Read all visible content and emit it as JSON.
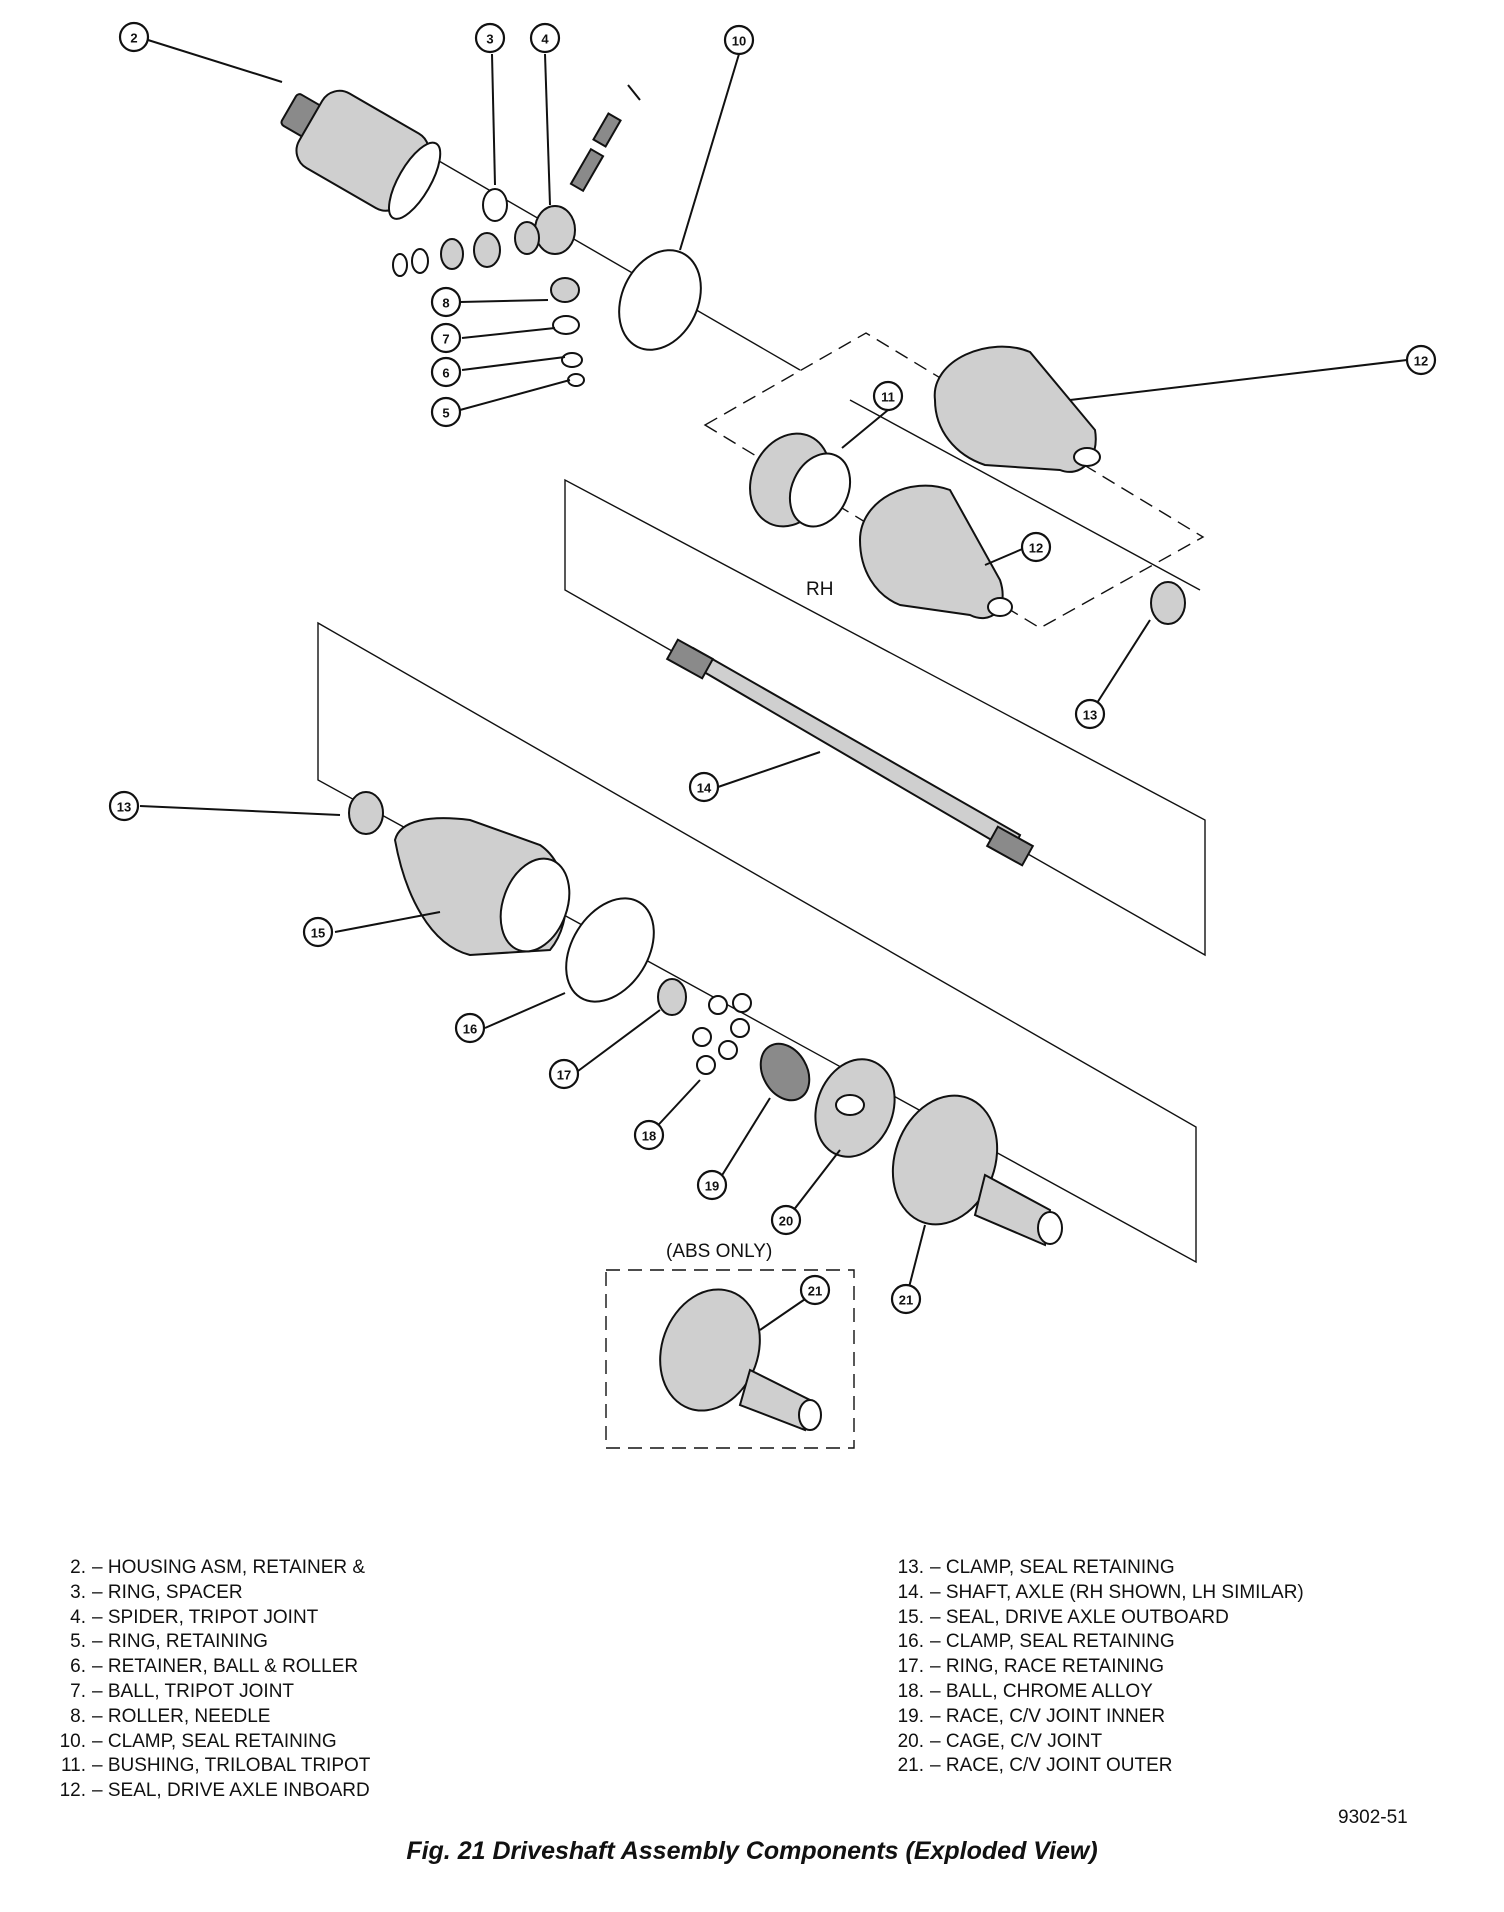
{
  "diagram": {
    "labels": {
      "rh": "RH",
      "abs_only": "(ABS ONLY)"
    },
    "callouts": [
      "2",
      "3",
      "4",
      "10",
      "8",
      "7",
      "6",
      "5",
      "12",
      "11",
      "12",
      "13",
      "14",
      "13",
      "15",
      "16",
      "17",
      "18",
      "19",
      "20",
      "21",
      "21"
    ]
  },
  "legend": {
    "left": [
      {
        "num": "2.",
        "text": "– HOUSING ASM, RETAINER &"
      },
      {
        "num": "3.",
        "text": "– RING, SPACER"
      },
      {
        "num": "4.",
        "text": "– SPIDER, TRIPOT JOINT"
      },
      {
        "num": "5.",
        "text": "– RING, RETAINING"
      },
      {
        "num": "6.",
        "text": "– RETAINER, BALL & ROLLER"
      },
      {
        "num": "7.",
        "text": "– BALL, TRIPOT JOINT"
      },
      {
        "num": "8.",
        "text": "– ROLLER, NEEDLE"
      },
      {
        "num": "10.",
        "text": "– CLAMP, SEAL RETAINING"
      },
      {
        "num": "11.",
        "text": "– BUSHING, TRILOBAL TRIPOT"
      },
      {
        "num": "12.",
        "text": "– SEAL, DRIVE AXLE INBOARD"
      }
    ],
    "right": [
      {
        "num": "13.",
        "text": "– CLAMP, SEAL RETAINING"
      },
      {
        "num": "14.",
        "text": "– SHAFT, AXLE (RH SHOWN, LH SIMILAR)"
      },
      {
        "num": "15.",
        "text": "– SEAL, DRIVE AXLE OUTBOARD"
      },
      {
        "num": "16.",
        "text": "– CLAMP, SEAL RETAINING"
      },
      {
        "num": "17.",
        "text": "– RING, RACE RETAINING"
      },
      {
        "num": "18.",
        "text": "– BALL, CHROME ALLOY"
      },
      {
        "num": "19.",
        "text": "– RACE, C/V JOINT INNER"
      },
      {
        "num": "20.",
        "text": "– CAGE, C/V JOINT"
      },
      {
        "num": "21.",
        "text": "– RACE, C/V JOINT OUTER"
      }
    ]
  },
  "figure_code": "9302-51",
  "caption": "Fig. 21 Driveshaft Assembly Components (Exploded View)"
}
